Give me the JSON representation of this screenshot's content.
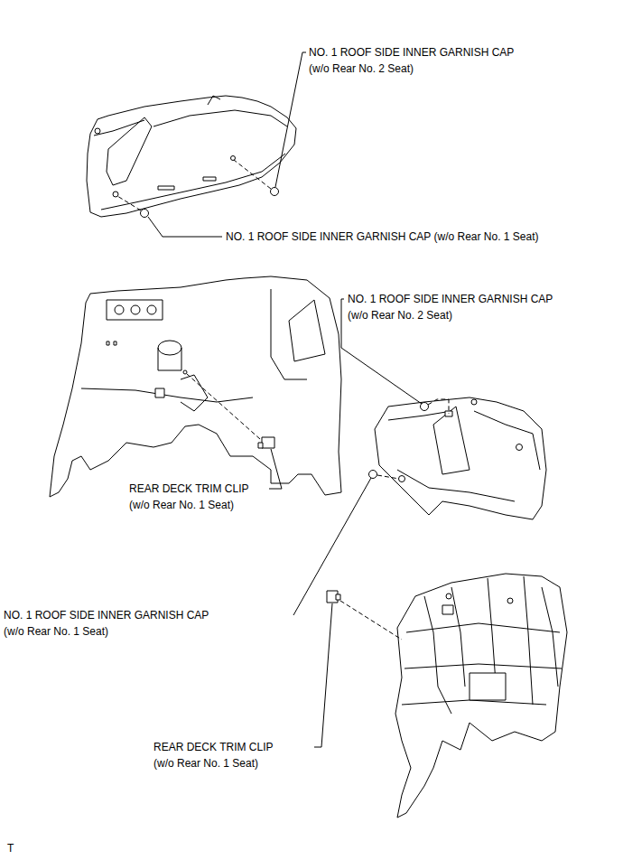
{
  "diagram": {
    "labels": [
      "NO. 1 ROOF SIDE INNER GARNISH CAP",
      "(w/o Rear No. 2 Seat)",
      "NO. 1 ROOF SIDE INNER GARNISH CAP (w/o Rear No. 1 Seat)",
      "NO. 1 ROOF SIDE INNER GARNISH CAP",
      "(w/o Rear No. 2 Seat)",
      "REAR DECK TRIM CLIP",
      "(w/o Rear No. 1 Seat)",
      "NO. 1 ROOF SIDE INNER GARNISH CAP",
      "(w/o Rear No. 1 Seat)",
      "REAR DECK TRIM CLIP",
      "(w/o Rear No. 1 Seat)",
      "T"
    ]
  }
}
